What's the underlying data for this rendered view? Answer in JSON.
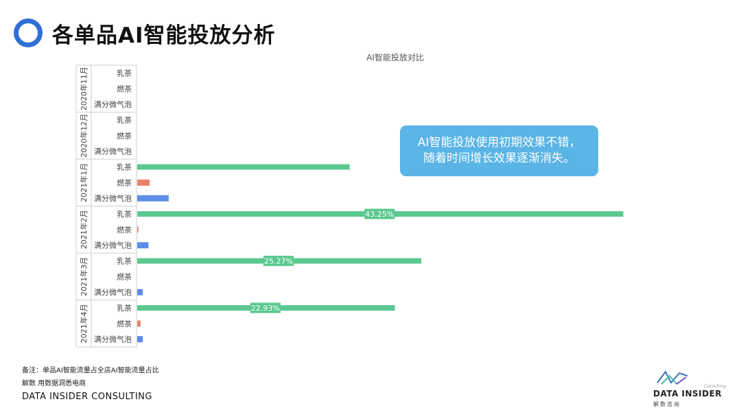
{
  "page_title": "各单品AI智能投放分析",
  "callout": {
    "line1": "AI智能投放使用初期效果不错，",
    "line2": "随着时间增长效果逐渐消失。"
  },
  "footer": {
    "note": "备注：单品AI智能流量占全店AI智能流量占比",
    "tagline": "解数 用数据洞悉电商",
    "brand": "DATA INSIDER CONSULTING"
  },
  "logo": {
    "name": "DATA INSIDER",
    "sub": "解数咨询",
    "tag": "Consulting"
  },
  "colors": {
    "milk_tea": "#5bc98f",
    "ran_cha": "#e8826a",
    "bubble": "#5b8ee6",
    "accent": "#2f6fd6",
    "callout_bg": "#5ab4e5"
  },
  "chart_data": {
    "type": "bar",
    "orientation": "horizontal",
    "title": "AI智能投放对比",
    "xlim": [
      0,
      44.5
    ],
    "groups": [
      {
        "month": "2020年11月",
        "items": [
          {
            "name": "乳茶",
            "value": 0,
            "label": ""
          },
          {
            "name": "燃茶",
            "value": 0,
            "label": ""
          },
          {
            "name": "满分微气泡",
            "value": 0,
            "label": ""
          }
        ]
      },
      {
        "month": "2020年12月",
        "items": [
          {
            "name": "乳茶",
            "value": 0,
            "label": ""
          },
          {
            "name": "燃茶",
            "value": 0,
            "label": ""
          },
          {
            "name": "满分微气泡",
            "value": 0,
            "label": ""
          }
        ]
      },
      {
        "month": "2021年1月",
        "items": [
          {
            "name": "乳茶",
            "value": 18.9,
            "label": ""
          },
          {
            "name": "燃茶",
            "value": 1.1,
            "label": ""
          },
          {
            "name": "满分微气泡",
            "value": 2.8,
            "label": ""
          }
        ]
      },
      {
        "month": "2021年2月",
        "items": [
          {
            "name": "乳茶",
            "value": 43.25,
            "label": "43.25%"
          },
          {
            "name": "燃茶",
            "value": 0.1,
            "label": ""
          },
          {
            "name": "满分微气泡",
            "value": 1.0,
            "label": ""
          }
        ]
      },
      {
        "month": "2021年3月",
        "items": [
          {
            "name": "乳茶",
            "value": 25.27,
            "label": "25.27%"
          },
          {
            "name": "燃茶",
            "value": 0,
            "label": ""
          },
          {
            "name": "满分微气泡",
            "value": 0.5,
            "label": ""
          }
        ]
      },
      {
        "month": "2021年4月",
        "items": [
          {
            "name": "乳茶",
            "value": 22.93,
            "label": "22.93%"
          },
          {
            "name": "燃茶",
            "value": 0.3,
            "label": ""
          },
          {
            "name": "满分微气泡",
            "value": 0.5,
            "label": ""
          }
        ]
      }
    ]
  }
}
